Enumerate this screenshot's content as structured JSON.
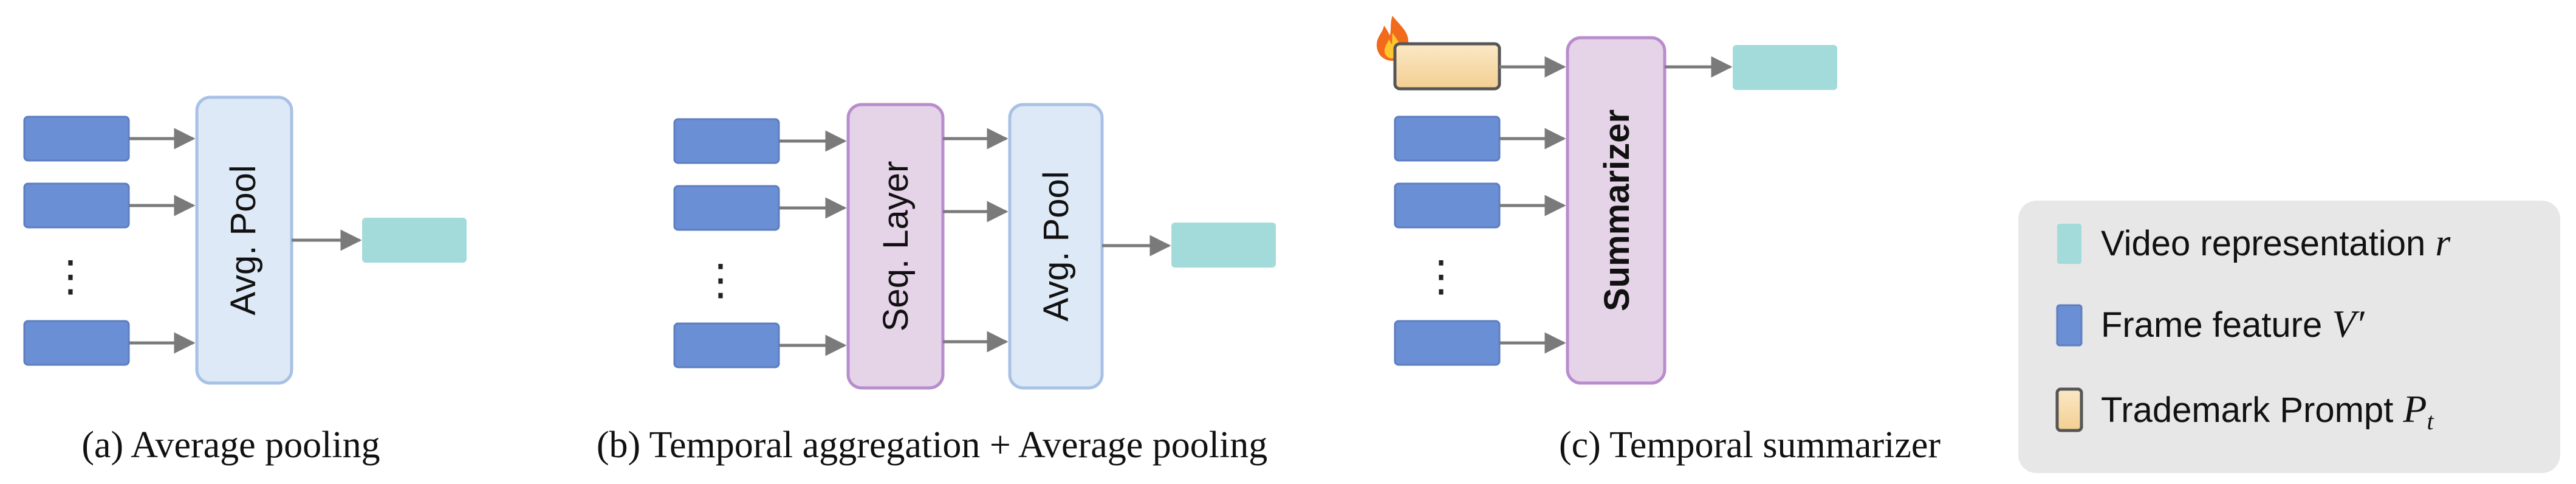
{
  "colors": {
    "frame_feature": "#6b8fd4",
    "frame_feature_border": "#5d7ec0",
    "video_repr": "#a3dbdb",
    "avg_pool_fill": "#dde9f6",
    "avg_pool_border": "#a8c1e4",
    "seq_layer_fill": "#e5d3e8",
    "seq_layer_border": "#b88ccd",
    "trademark_fill": "#f6d9a8",
    "trademark_border": "#555555",
    "arrow": "#7a7a7a",
    "legend_bg": "#e7e7e7"
  },
  "icons": {
    "flame": "flame-icon"
  },
  "panel_a": {
    "block_label": "Avg. Pool",
    "ellipsis": "⋮",
    "caption": "(a) Average pooling"
  },
  "panel_b": {
    "seq_label": "Seq. Layer",
    "pool_label": "Avg. Pool",
    "ellipsis": "⋮",
    "caption": "(b) Temporal aggregation + Average pooling"
  },
  "panel_c": {
    "block_label": "Summarizer",
    "ellipsis": "⋮",
    "caption": "(c) Temporal summarizer"
  },
  "legend": {
    "video": {
      "text": "Video representation ",
      "symbol": "r"
    },
    "frame": {
      "text": "Frame feature ",
      "symbol": "V′"
    },
    "trademark": {
      "text": "Trademark Prompt ",
      "symbol": "P",
      "subscript": "t"
    }
  }
}
